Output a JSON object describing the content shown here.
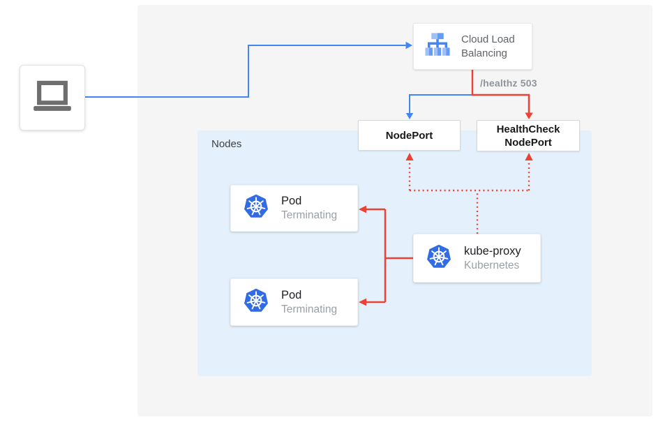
{
  "colors": {
    "arrow_blue": "#4285f4",
    "arrow_red": "#ea4335",
    "panel_gray": "#f5f5f6",
    "panel_blue": "#e4f1fc",
    "kubernetes_blue": "#326ce5",
    "icon_gray": "#6e6e6e",
    "text_dark": "#202124",
    "text_gray": "#5f6368",
    "text_muted": "#9aa0a6"
  },
  "icons": {
    "client": "laptop-icon",
    "load_balancer": "cloud-load-balancing-icon",
    "kubernetes": "kubernetes-icon"
  },
  "nodes_panel": {
    "label": "Nodes"
  },
  "nodes": {
    "cloud_load_balancing": {
      "label_line1": "Cloud Load",
      "label_line2": "Balancing"
    },
    "nodeport": {
      "label": "NodePort"
    },
    "healthcheck_nodeport": {
      "label_line1": "HealthCheck",
      "label_line2": "NodePort"
    },
    "pod_top": {
      "title": "Pod",
      "status": "Terminating"
    },
    "pod_bottom": {
      "title": "Pod",
      "status": "Terminating"
    },
    "kube_proxy": {
      "title": "kube-proxy",
      "subtitle": "Kubernetes"
    }
  },
  "edges": {
    "healthz_label": "/healthz 503"
  }
}
